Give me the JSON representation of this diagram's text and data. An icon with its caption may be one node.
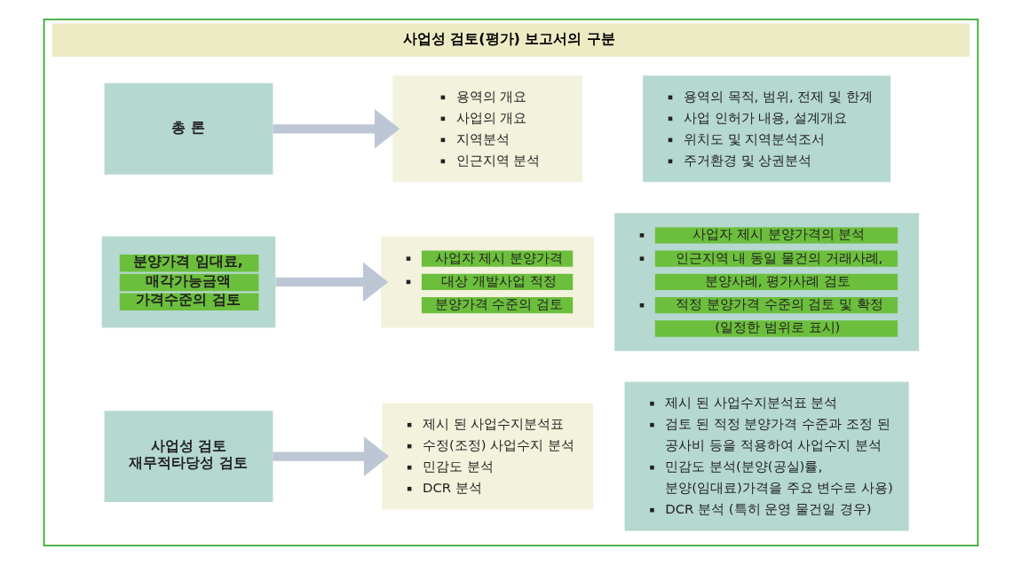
{
  "diagram": {
    "nodes": [
      {
        "text": [
          "사업성 검토(평가) 보고서의 구분"
        ]
      },
      {
        "text": [
          "총 론"
        ],
        "in": 0
      },
      {
        "text": [
          "용역의 개요",
          "사업의 개요",
          "지역분석",
          "인근지역 분석"
        ],
        "in": 0
      },
      {
        "text": [
          "용역의 목적, 범위, 전제 및 한계",
          "사업 인허가 내용, 설계개요",
          "위치도 및 지역분석조서",
          "주거환경 및 상권분석"
        ],
        "in": 0
      },
      {
        "text": [
          "분양가격 임대료, 매각가능금액 가격수준의 검토"
        ],
        "in": 0
      },
      {
        "text": [
          "사업자 제시 분양가격",
          "대상 개발사업 적정 분양가격 수준의 검토"
        ],
        "in": 0
      },
      {
        "text": [
          "사업자 제시 분양가격의 분석",
          "인근지역 내 동일 물건의 거래사례, 분양사례, 평가사례 검토",
          "적정 분양가격 수준의 검토 및 확정 (일정한 범위로 표시)"
        ],
        "in": 0
      },
      {
        "text": [
          "사업성 검토 재무적타당성 검토"
        ],
        "in": 0
      },
      {
        "text": [
          "제시 된 사업수지분석표",
          "수정(조정) 사업수지 분석",
          "민감도 분석",
          "DCR 분석"
        ],
        "in": 0
      },
      {
        "text": [
          "제시 된 사업수지분석표 분석",
          "검토 된 적정 분양가격 수준과 조정 된 공사비 등을 적용하여 사업수지 분석",
          "민감도 분석(분양(공실)률, 분양(임대료)가격을 주요 변수로 사용)",
          "DCR 분석 (특히 운영 물건일 경우)"
        ],
        "in": 0
      }
    ],
    "edges": [
      {
        "from": 1,
        "to": 2,
        "arrow": "to"
      },
      {
        "from": 4,
        "to": 5,
        "arrow": "to"
      },
      {
        "from": 7,
        "to": 8,
        "arrow": "to"
      }
    ]
  }
}
